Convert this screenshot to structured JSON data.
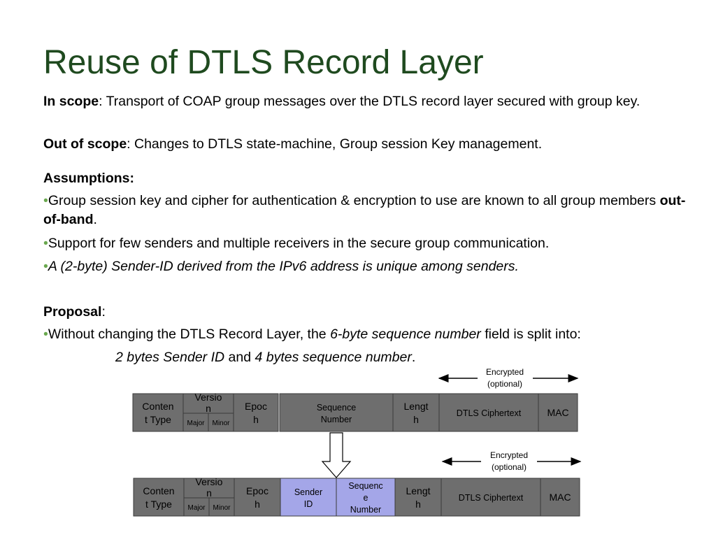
{
  "title": "Reuse of DTLS Record Layer",
  "in_scope": {
    "label": "In scope",
    "text": ": Transport of  COAP group messages over the DTLS record layer secured with group key."
  },
  "out_of_scope": {
    "label": "Out of scope",
    "text": ": Changes to DTLS state-machine, Group session Key management."
  },
  "assumptions": {
    "heading": "Assumptions:",
    "bullet": "•",
    "item1_pre": "Group session key and cipher for authentication & encryption to use are known to all group members ",
    "item1_bold": "out-of-band",
    "item1_post": ".",
    "item2": "Support for few senders and multiple receivers in the secure group communication.",
    "item3": "A (2-byte) Sender-ID derived from the IPv6 address is unique among senders."
  },
  "proposal": {
    "heading": "Proposal",
    "heading_suffix": ":",
    "line_pre": "Without changing the DTLS Record Layer, the ",
    "line_italic": "6-byte sequence number",
    "line_post": " field is split into:",
    "split_a": "2 bytes Sender ID",
    "split_and": " and ",
    "split_b": "4 bytes sequence number",
    "split_end": "."
  },
  "diagram": {
    "encrypted_line1": "Encrypted",
    "encrypted_line2": "(optional)",
    "content_type_line1": "Conten",
    "content_type_line2": "t Type",
    "version_line1": "Versio",
    "version_line2": "n",
    "major": "Major",
    "minor": "Minor",
    "epoch_line1": "Epoc",
    "epoch_line2": "h",
    "seq_line1": "Sequence",
    "seq_line2": "Number",
    "length_line1": "Lengt",
    "length_line2": "h",
    "ciphertext": "DTLS Ciphertext",
    "mac": "MAC",
    "sender_id_line1": "Sender",
    "sender_id_line2": "ID",
    "seq2_line1": "Sequenc",
    "seq2_line2": "e",
    "seq2_line3": "Number",
    "colors": {
      "field_gray": "#6e6e6e",
      "field_blue": "#a4a6e8",
      "title_green": "#1f4a1f",
      "bullet_green": "#6aa84f"
    }
  }
}
